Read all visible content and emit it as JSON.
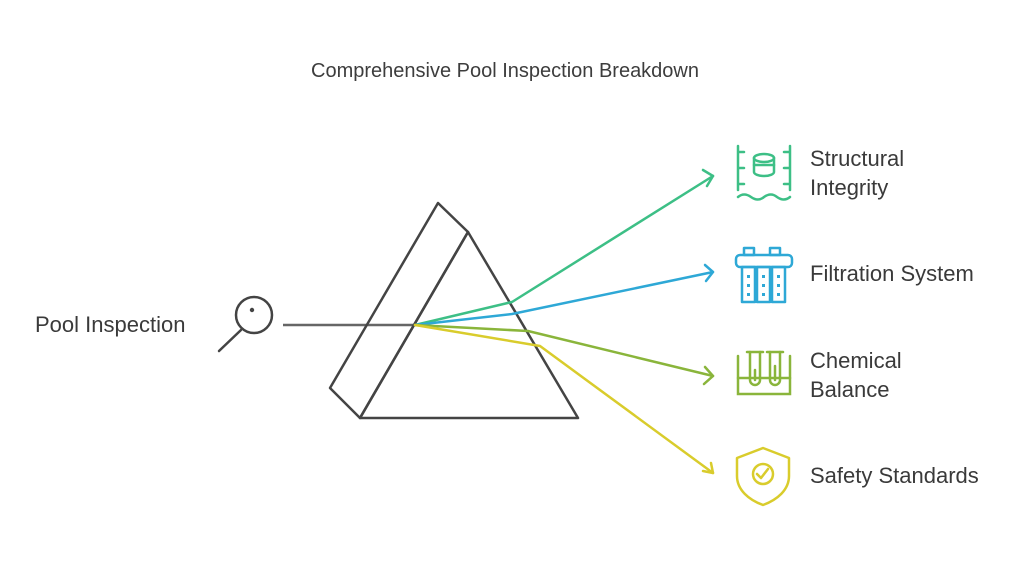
{
  "title": "Comprehensive Pool Inspection Breakdown",
  "input": {
    "label": "Pool Inspection",
    "icon": "magnifier-icon"
  },
  "outputs": [
    {
      "lines": [
        "Structural",
        "Integrity"
      ],
      "color": "#3dbf86",
      "icon": "pool-structure-icon"
    },
    {
      "lines": [
        "Filtration System"
      ],
      "color": "#2ea8d6",
      "icon": "filter-cartridge-icon"
    },
    {
      "lines": [
        "Chemical",
        "Balance"
      ],
      "color": "#8ab53b",
      "icon": "test-tubes-icon"
    },
    {
      "lines": [
        "Safety Standards"
      ],
      "color": "#d9cc2c",
      "icon": "shield-check-icon"
    }
  ]
}
